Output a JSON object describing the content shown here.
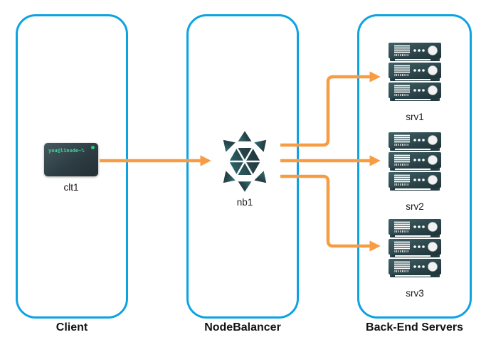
{
  "diagram": {
    "type": "architecture-flow",
    "colors": {
      "group_border_blue": "#0DA3E3",
      "arrow_orange": "#F89C43",
      "icon_dark_teal": "#24383D",
      "icon_light_teal": "#2E666B",
      "terminal_text_green": "#43D6A0",
      "terminal_dot_green": "#2ECC71",
      "label_text": "#121212"
    },
    "groups": {
      "client": {
        "label": "Client"
      },
      "nodebalancer": {
        "label": "NodeBalancer"
      },
      "backend": {
        "label": "Back-End Servers"
      }
    },
    "nodes": {
      "clt1": {
        "label": "clt1",
        "type": "terminal",
        "prompt": "you@linode~%"
      },
      "nb1": {
        "label": "nb1",
        "type": "nodebalancer"
      },
      "srv1": {
        "label": "srv1",
        "type": "server-stack"
      },
      "srv2": {
        "label": "srv2",
        "type": "server-stack"
      },
      "srv3": {
        "label": "srv3",
        "type": "server-stack"
      }
    },
    "edges": [
      {
        "from": "clt1",
        "to": "nb1"
      },
      {
        "from": "nb1",
        "to": "srv1"
      },
      {
        "from": "nb1",
        "to": "srv2"
      },
      {
        "from": "nb1",
        "to": "srv3"
      }
    ]
  }
}
